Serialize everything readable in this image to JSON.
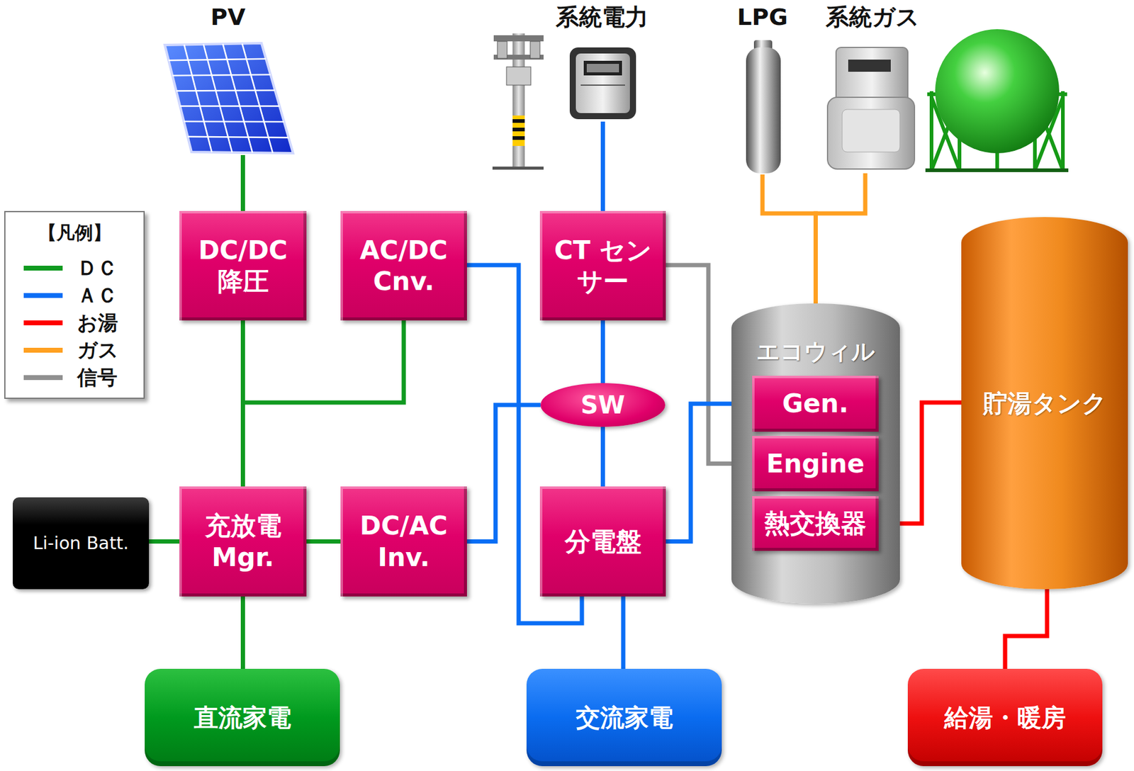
{
  "diagram": {
    "nodes": [
      {
        "text": [
          "PV"
        ]
      },
      {
        "text": [
          "系統電力"
        ]
      },
      {
        "text": [
          "LPG"
        ]
      },
      {
        "text": [
          "系統ガス"
        ]
      },
      {
        "text": [
          "DC/DC 降圧"
        ]
      },
      {
        "text": [
          "AC/DC Cnv."
        ]
      },
      {
        "text": [
          "CT センサー"
        ]
      },
      {
        "text": [
          "貯湯タンク"
        ]
      },
      {
        "text": [
          "エコウィル"
        ]
      },
      {
        "text": [
          "Gen."
        ],
        "in": 8
      },
      {
        "text": [
          "Engine"
        ],
        "in": 8
      },
      {
        "text": [
          "熱交換器"
        ],
        "in": 8
      },
      {
        "text": [
          "SW"
        ]
      },
      {
        "text": [
          "Li-ion Batt."
        ]
      },
      {
        "text": [
          "充放電 Mgr."
        ]
      },
      {
        "text": [
          "DC/AC Inv."
        ]
      },
      {
        "text": [
          "分電盤"
        ]
      },
      {
        "text": [
          "直流家電"
        ]
      },
      {
        "text": [
          "交流家電"
        ]
      },
      {
        "text": [
          "給湯・暖房"
        ]
      }
    ],
    "edges": [
      {
        "from": 0,
        "to": 4,
        "arrow": "none"
      },
      {
        "from": 1,
        "to": 6,
        "arrow": "none"
      },
      {
        "from": 2,
        "to": 8,
        "arrow": "none"
      },
      {
        "from": 3,
        "to": 8,
        "arrow": "none"
      },
      {
        "from": 4,
        "to": 14,
        "arrow": "none"
      },
      {
        "from": 5,
        "to": 14,
        "arrow": "none"
      },
      {
        "from": 5,
        "to": 16,
        "arrow": "none"
      },
      {
        "from": 6,
        "to": 12,
        "arrow": "none"
      },
      {
        "from": 6,
        "to": 10,
        "arrow": "none"
      },
      {
        "from": 15,
        "to": 12,
        "arrow": "none"
      },
      {
        "from": 12,
        "to": 16,
        "arrow": "none"
      },
      {
        "from": 13,
        "to": 14,
        "arrow": "none"
      },
      {
        "from": 14,
        "to": 15,
        "arrow": "none"
      },
      {
        "from": 14,
        "to": 17,
        "arrow": "none"
      },
      {
        "from": 16,
        "to": 9,
        "arrow": "none"
      },
      {
        "from": 16,
        "to": 18,
        "arrow": "none"
      },
      {
        "from": 11,
        "to": 7,
        "arrow": "none"
      },
      {
        "from": 7,
        "to": 19,
        "arrow": "none"
      }
    ],
    "labels": [
      "【凡例】"
    ],
    "legend": [
      {
        "text": "ＤＣ",
        "color": "#109a20"
      },
      {
        "text": "ＡＣ",
        "color": "#0a6ef5"
      },
      {
        "text": "お湯",
        "color": "#ff0000"
      },
      {
        "text": "ガス",
        "color": "#ffa020"
      },
      {
        "text": "信号",
        "color": "#909090"
      }
    ]
  }
}
